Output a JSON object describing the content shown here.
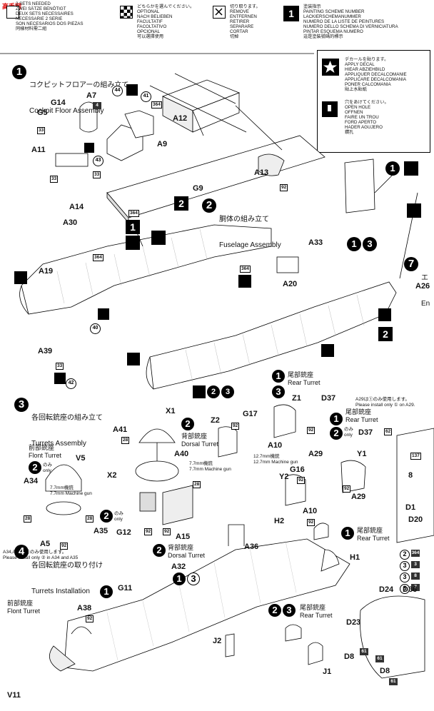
{
  "watermark": "高手网",
  "legend": {
    "sets_needed": "2 SETS NEEDED\nZWEI SÄTZE BENÖTIGT\nDEUX SETS NECESSAIRES\nNECESSARIE 2 SERIE\nSON NECESARIOS DOS PIEZAS\n同樣材料需二組",
    "optional": "どちらかを選んでください。\nOPTIONAL\nNACH BELIEBEN\nFACULTATIF\nFACOLTATIVO\nOPCIONAL\n可以選擇使用",
    "remove": "切り取ります。\nREMOVE\nENTFERNEN\nRETIRER\nSEPARARE\nCORTAR\n切掉",
    "painting": "塗装指示\nPAINTING SCHEME NUMBER\nLACKIERSCHEMANUMMER\nNUMERO DE LA LISTE DE PEINTURES\nNUMERO DELLO SCHEMA DI VERNICIATURA\nPINTAR ESQUEMA NUMERO\n這是塗裝號碼的標示",
    "painting_num": "1",
    "decal": "デカールを貼ります。\nAPPLY DECAL\nHIEAR ABZIEHBILD\nAPPLIQUER DECALCOMANIE\nAPPLICARE DECALCOMANIA\nPONER CALCOMANIA\n貼上水貼紙",
    "hole": "穴をあけてください。\nOPEN HOLE\nOFFNEN\nFAIRE UN TROU\nFORD APERTO\nHADER AGUJERO\n鑽孔"
  },
  "sections": {
    "s1": {
      "num": "1",
      "jp": "コクピットフロアーの組み立て",
      "en": "Cockpit Floor Assembly"
    },
    "s2": {
      "num": "2",
      "jp": "胴体の組み立て",
      "en": "Fuselage Assembly"
    },
    "s3": {
      "num": "3",
      "jp": "各回転銃座の組み立て",
      "en": "Turrets Assembly"
    },
    "s4": {
      "num": "4",
      "jp": "各回転銃座の取り付け",
      "en": "Turrets Installation"
    },
    "s7": {
      "num": "7",
      "jp": "エ",
      "en": "En"
    }
  },
  "parts": {
    "G14": "G14",
    "A7": "A7",
    "G5": "G5",
    "A11": "A11",
    "A12": "A12",
    "A9": "A9",
    "A13": "A13",
    "G9": "G9",
    "A14": "A14",
    "A30": "A30",
    "A33": "A33",
    "A19": "A19",
    "A20": "A20",
    "A26": "A26",
    "A39": "A39",
    "X1": "X1",
    "A41": "A41",
    "V5": "V5",
    "A40": "A40",
    "X2": "X2",
    "A34": "A34",
    "G12": "G12",
    "A35": "A35",
    "A5": "A5",
    "A15": "A15",
    "Z1": "Z1",
    "D37": "D37",
    "G17": "G17",
    "Z2": "Z2",
    "A10": "A10",
    "A29": "A29",
    "Y1": "Y1",
    "Y2": "Y2",
    "G16": "G16",
    "D37b": "D37",
    "A29b": "A29",
    "A10b": "A10",
    "H2": "H2",
    "A36": "A36",
    "A32": "A32",
    "G11": "G11",
    "A38": "A38",
    "H1": "H1",
    "J2": "J2",
    "J1": "J1",
    "V11": "V11",
    "D1": "D1",
    "D20": "D20",
    "D24": "D24",
    "D36": "D36",
    "D23": "D23",
    "D8": "D8",
    "D8b": "D8",
    "E8": "8"
  },
  "codes": {
    "c33": "33",
    "c4": "4",
    "c44": "44",
    "c41": "41",
    "c364": "364",
    "c43": "43",
    "c92": "92",
    "c40": "40",
    "c42": "42",
    "c28": "28",
    "c62": "62",
    "c137": "137",
    "c61": "61",
    "c8": "8",
    "c3": "3",
    "c7": "7"
  },
  "turret_labels": {
    "dorsal_jp": "背部銃座",
    "dorsal_en": "Dorsal Turret",
    "rear_jp": "尾部銃座",
    "rear_en": "Rear Turret",
    "front_jp": "前部銃座",
    "front_en": "Flont Turret",
    "only": "のみ\nonly",
    "mg77": "7.7mm機銃\n7.7mm Machine gun",
    "mg127": "12.7mm機銃\n12.7mm Machine gun",
    "a29_note": "A29は①のみ使用します。\nPlease install only ① on A29.",
    "a34_note": "A34,A35は②のみ使用します。\nPlease install only ② in A34 and A35"
  }
}
